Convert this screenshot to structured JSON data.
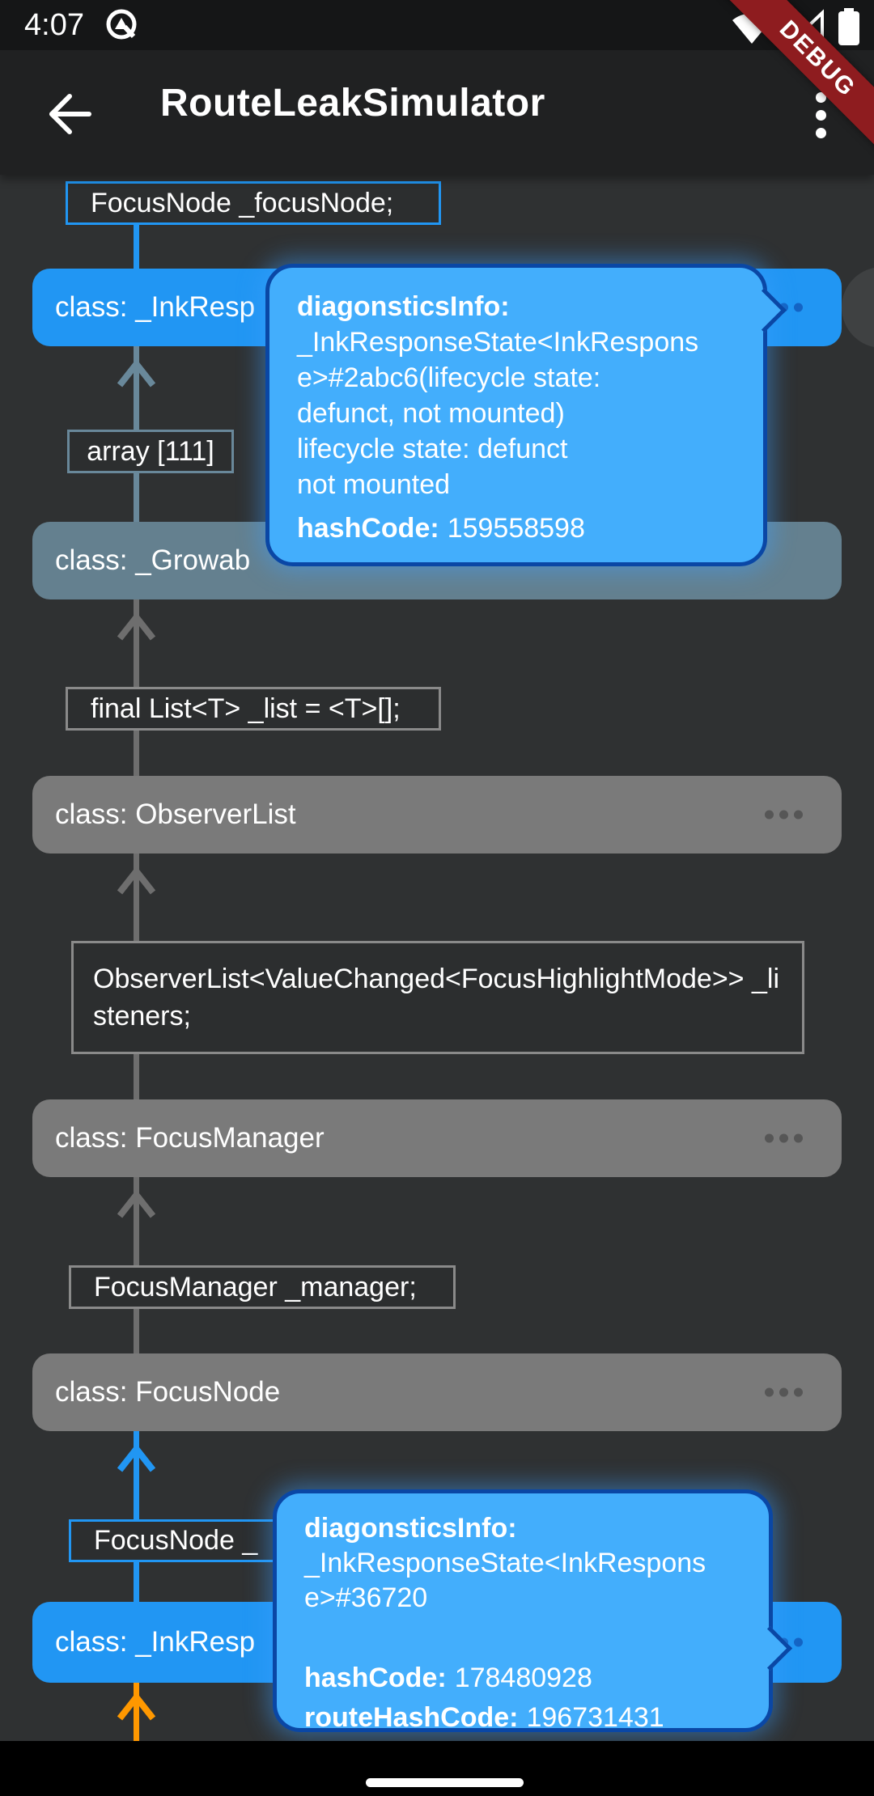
{
  "status_bar": {
    "time": "4:07",
    "icons": [
      "android-q-notification",
      "wifi",
      "no-cell-signal",
      "battery-full"
    ]
  },
  "app_bar": {
    "title": "RouteLeakSimulator"
  },
  "debug_banner": {
    "label": "DEBUG"
  },
  "colors": {
    "edge_blue": "#2196f3",
    "edge_gray": "#6e6e6e",
    "edge_bluegray": "#69889a",
    "edge_orange": "#ff9800",
    "node_blue": "#2196f3",
    "node_gray": "#7a7a7a",
    "node_bluegray": "#64808f",
    "tooltip_fill": "#43aefc",
    "tooltip_border": "#0a47a5",
    "debug_banner_red": "#8e1c1f"
  },
  "graph": {
    "field_boxes": [
      {
        "label": "FocusNode _focusNode;",
        "accent": "blue"
      },
      {
        "label": "array [111]",
        "accent": "bluegray"
      },
      {
        "label": "final List<T> _list = <T>[];",
        "accent": "gray"
      },
      {
        "label": "ObserverList<ValueChanged<FocusHighlightMode>> _listeners;",
        "accent": "gray"
      },
      {
        "label": "FocusManager _manager;",
        "accent": "gray"
      },
      {
        "label": "FocusNode _",
        "accent": "blue"
      }
    ],
    "class_nodes": [
      {
        "label": "class: _InkResp",
        "variant": "blue"
      },
      {
        "label": "class: _Growab",
        "variant": "bluegray"
      },
      {
        "label": "class: ObserverList",
        "variant": "gray"
      },
      {
        "label": "class: FocusManager",
        "variant": "gray"
      },
      {
        "label": "class: FocusNode",
        "variant": "gray"
      },
      {
        "label": "class: _InkResp",
        "variant": "blue"
      }
    ],
    "tooltips": [
      {
        "title": "diagonsticsInfo:",
        "lines": [
          "_InkResponseState<InkRespons",
          "e>#2abc6(lifecycle state:",
          "defunct, not mounted)",
          "lifecycle state: defunct",
          "not mounted"
        ],
        "entries": [
          {
            "key": "hashCode:",
            "value": "159558598"
          }
        ]
      },
      {
        "title": "diagonsticsInfo:",
        "lines": [
          "_InkResponseState<InkRespons",
          "e>#36720"
        ],
        "entries": [
          {
            "key": "hashCode:",
            "value": "178480928"
          },
          {
            "key": "routeHashCode:",
            "value": "196731431"
          }
        ]
      }
    ]
  }
}
